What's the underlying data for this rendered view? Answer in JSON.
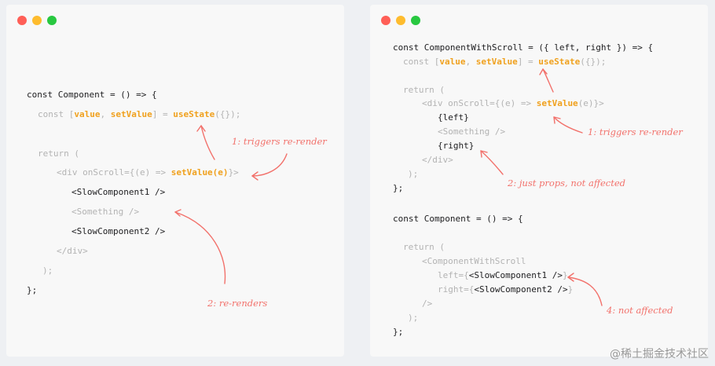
{
  "colors": {
    "dot_red": "#ff5f57",
    "dot_yellow": "#febc2e",
    "dot_green": "#28c840",
    "highlight": "#f0a11e",
    "annotation": "#f2716b",
    "dim": "#b3b3b3",
    "text": "#1d1d1f"
  },
  "left_card": {
    "code": {
      "l1": "const Component = () => {",
      "l2_a": "const [",
      "l2_b": "value",
      "l2_c": ", ",
      "l2_d": "setValue",
      "l2_e": "] = ",
      "l2_f": "useState",
      "l2_g": "({});",
      "l3": "return (",
      "l4_a": "<div onScroll={(e) => ",
      "l4_b": "setValue(e)",
      "l4_c": "}>",
      "l5": "<SlowComponent1 />",
      "l6": "<Something />",
      "l7": "<SlowComponent2 />",
      "l8": "</div>",
      "l9": ");",
      "l10": "};"
    },
    "annotations": {
      "a1": "1: triggers re-render",
      "a2": "2: re-renders"
    }
  },
  "right_card": {
    "code": {
      "l1": "const ComponentWithScroll = ({ left, right }) => {",
      "l2_a": "const [",
      "l2_b": "value",
      "l2_c": ", ",
      "l2_d": "setValue",
      "l2_e": "] = ",
      "l2_f": "useState",
      "l2_g": "({});",
      "l3": "return (",
      "l4_a": "<div onScroll={(e) => ",
      "l4_b": "setValue",
      "l4_c": "(e)}>",
      "l5": "{left}",
      "l6": "<Something />",
      "l7": "{right}",
      "l8": "</div>",
      "l9": ");",
      "l10": "};",
      "m1": "const Component = () => {",
      "m2": "return (",
      "m3": "<ComponentWithScroll",
      "m4_a": "left={",
      "m4_b": "<SlowComponent1 />",
      "m4_c": "}",
      "m5_a": "right={",
      "m5_b": "<SlowComponent2 />",
      "m5_c": "}",
      "m6": "/>",
      "m7": ");",
      "m8": "};"
    },
    "annotations": {
      "a1": "1: triggers re-render",
      "a2": "2: just props, not affected",
      "a4": "4: not affected"
    }
  },
  "watermark": "@稀土掘金技术社区"
}
